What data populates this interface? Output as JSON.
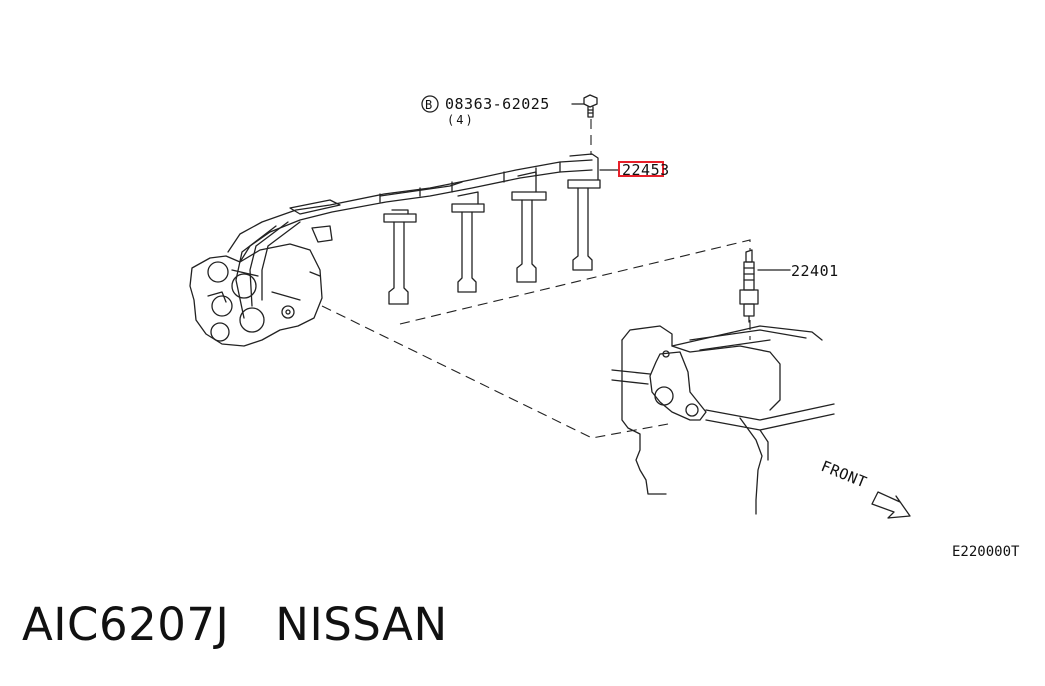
{
  "labels": {
    "bolt_marker": "B",
    "bolt_part": "08363-62025",
    "bolt_qty": "(4)",
    "wire_set_part": "22453",
    "spark_plug_part": "22401",
    "front": "FRONT",
    "diagram_code": "E220000T"
  },
  "footer": {
    "part_number": "AIC6207J",
    "brand": "NISSAN"
  },
  "colors": {
    "line": "#222222",
    "highlight": "#e8202a",
    "background": "#ffffff"
  }
}
